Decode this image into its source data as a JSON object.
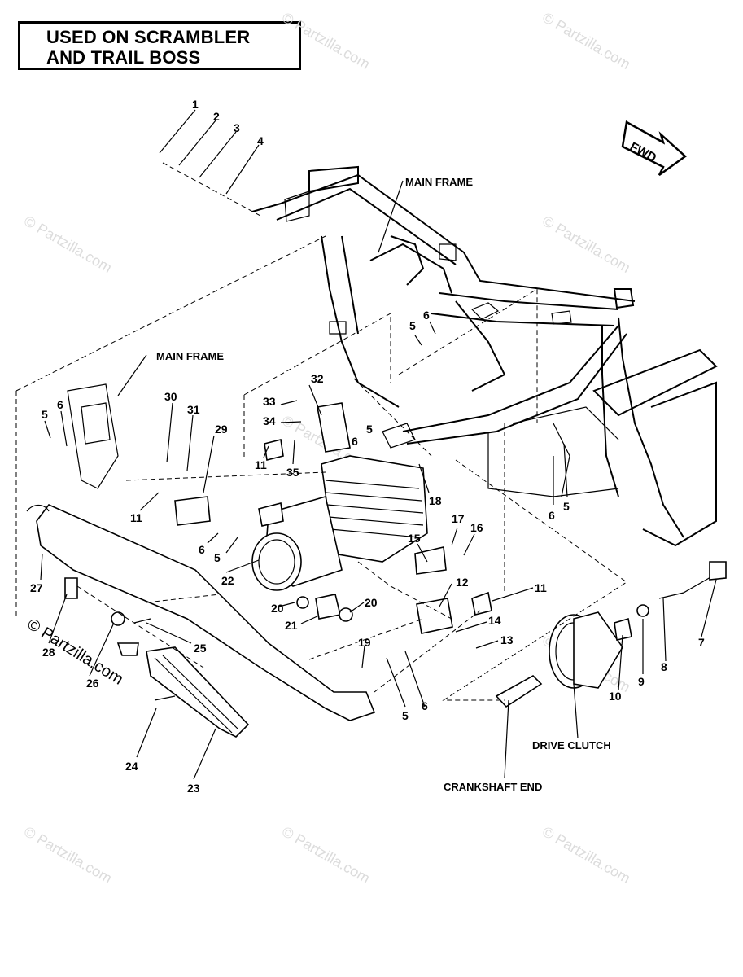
{
  "header": {
    "line1": "USED ON SCRAMBLER",
    "line2": "AND TRAIL BOSS"
  },
  "direction_arrow": "FWD",
  "labels": {
    "main_frame_top": "MAIN FRAME",
    "main_frame_left": "MAIN FRAME",
    "drive_clutch": "DRIVE CLUTCH",
    "crankshaft_end": "CRANKSHAFT END"
  },
  "watermark": {
    "text": "© Partzilla.com",
    "side_text": "© Partzilla.com"
  },
  "callouts": [
    {
      "id": "c1",
      "text": "1"
    },
    {
      "id": "c2",
      "text": "2"
    },
    {
      "id": "c3",
      "text": "3"
    },
    {
      "id": "c4",
      "text": "4"
    },
    {
      "id": "c5a",
      "text": "5"
    },
    {
      "id": "c6a",
      "text": "6"
    },
    {
      "id": "c5b",
      "text": "5"
    },
    {
      "id": "c6b",
      "text": "6"
    },
    {
      "id": "c30",
      "text": "30"
    },
    {
      "id": "c31",
      "text": "31"
    },
    {
      "id": "c29",
      "text": "29"
    },
    {
      "id": "c11a",
      "text": "11"
    },
    {
      "id": "c6c",
      "text": "6"
    },
    {
      "id": "c5c",
      "text": "5"
    },
    {
      "id": "c32",
      "text": "32"
    },
    {
      "id": "c33",
      "text": "33"
    },
    {
      "id": "c34",
      "text": "34"
    },
    {
      "id": "c35",
      "text": "35"
    },
    {
      "id": "c11b",
      "text": "11"
    },
    {
      "id": "c5d",
      "text": "5"
    },
    {
      "id": "c6d",
      "text": "6"
    },
    {
      "id": "c18",
      "text": "18"
    },
    {
      "id": "c6e",
      "text": "6"
    },
    {
      "id": "c5e",
      "text": "5"
    },
    {
      "id": "c17",
      "text": "17"
    },
    {
      "id": "c16",
      "text": "16"
    },
    {
      "id": "c15",
      "text": "15"
    },
    {
      "id": "c12",
      "text": "12"
    },
    {
      "id": "c11c",
      "text": "11"
    },
    {
      "id": "c14",
      "text": "14"
    },
    {
      "id": "c13",
      "text": "13"
    },
    {
      "id": "c22",
      "text": "22"
    },
    {
      "id": "c20a",
      "text": "20"
    },
    {
      "id": "c20b",
      "text": "20"
    },
    {
      "id": "c21",
      "text": "21"
    },
    {
      "id": "c27",
      "text": "27"
    },
    {
      "id": "c28",
      "text": "28"
    },
    {
      "id": "c26",
      "text": "26"
    },
    {
      "id": "c25",
      "text": "25"
    },
    {
      "id": "c19",
      "text": "19"
    },
    {
      "id": "c5f",
      "text": "5"
    },
    {
      "id": "c6f",
      "text": "6"
    },
    {
      "id": "c24",
      "text": "24"
    },
    {
      "id": "c23",
      "text": "23"
    },
    {
      "id": "c7",
      "text": "7"
    },
    {
      "id": "c8",
      "text": "8"
    },
    {
      "id": "c9",
      "text": "9"
    },
    {
      "id": "c10",
      "text": "10"
    }
  ]
}
